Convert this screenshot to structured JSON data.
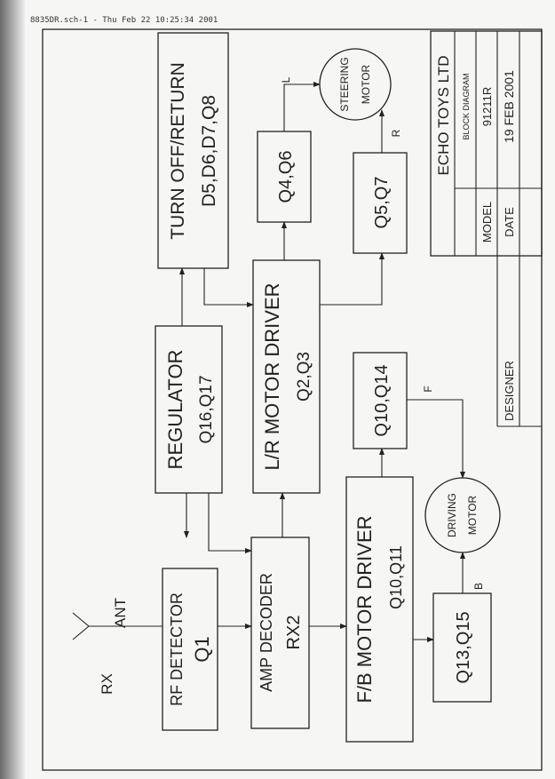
{
  "header": "8835DR.sch-1 - Thu Feb 22 10:25:34 2001",
  "blocks": {
    "rf": [
      "RF DETECTOR",
      "Q1"
    ],
    "amp": [
      "AMP  DECODER",
      "RX2"
    ],
    "fb": [
      "F/B MOTOR DRIVER",
      "Q10,Q11"
    ],
    "q13": "Q13,Q15",
    "q10": "Q10,Q14",
    "reg": [
      "REGULATOR",
      "Q16,Q17"
    ],
    "lr": [
      "L/R MOTOR DRIVER",
      "Q2,Q3"
    ],
    "turn": [
      "TURN OFF/RETURN",
      "D5,D6,D7,Q8"
    ],
    "q4": "Q4,Q6",
    "q5": "Q5,Q7"
  },
  "motors": {
    "driving": [
      "DRIVING",
      "MOTOR"
    ],
    "steering": [
      "STEERING",
      "MOTOR"
    ]
  },
  "labels": {
    "rx": "RX",
    "ant": "ANT",
    "b": "B",
    "f": "F",
    "l": "L",
    "r": "R"
  },
  "title_block": {
    "company": "ECHO TOYS LTD",
    "title": "BLOCK DIAGRAM",
    "model_label": "MODEL",
    "model": "91211R",
    "date_label": "DATE",
    "date": "19 FEB 2001",
    "designer_label": "DESIGNER"
  }
}
